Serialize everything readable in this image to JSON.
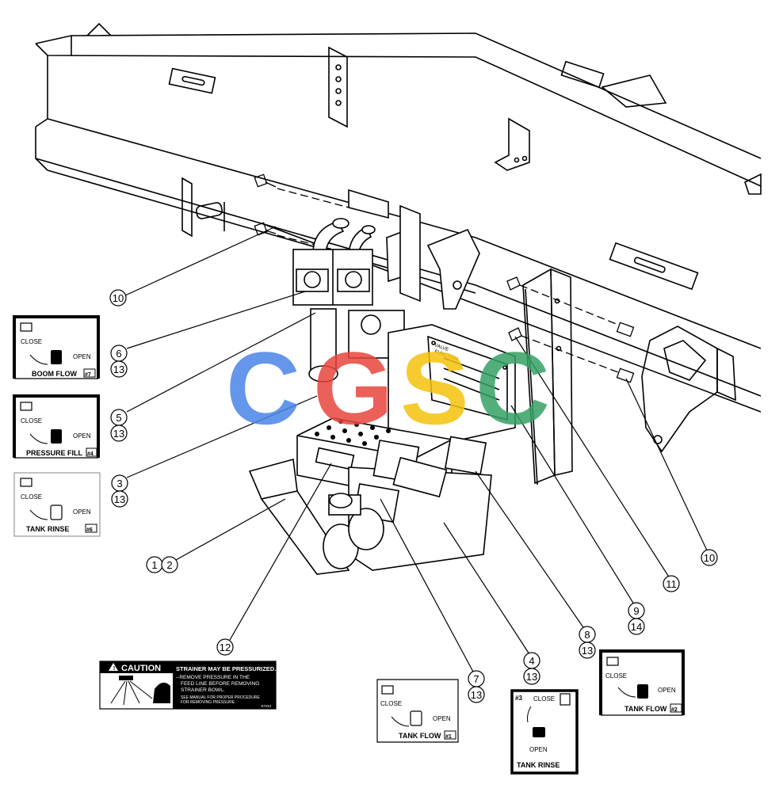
{
  "callouts": [
    {
      "id": "10a",
      "lines": [
        "10"
      ]
    },
    {
      "id": "6",
      "lines": [
        "6",
        "13"
      ]
    },
    {
      "id": "5",
      "lines": [
        "5",
        "13"
      ]
    },
    {
      "id": "3",
      "lines": [
        "3",
        "13"
      ]
    },
    {
      "id": "1-2",
      "lines": [
        "1",
        "2"
      ]
    },
    {
      "id": "12",
      "lines": [
        "12"
      ]
    },
    {
      "id": "7",
      "lines": [
        "7",
        "13"
      ]
    },
    {
      "id": "4",
      "lines": [
        "4",
        "13"
      ]
    },
    {
      "id": "8",
      "lines": [
        "8",
        "13"
      ]
    },
    {
      "id": "9",
      "lines": [
        "9",
        "14"
      ]
    },
    {
      "id": "11",
      "lines": [
        "11"
      ]
    },
    {
      "id": "10b",
      "lines": [
        "10"
      ]
    }
  ],
  "decals": {
    "boom_flow": {
      "close": "CLOSE",
      "open": "OPEN",
      "title": "BOOM FLOW",
      "num": "#7"
    },
    "pressure_fill": {
      "close": "CLOSE",
      "open": "OPEN",
      "title": "PRESSURE FILL",
      "num": "#4"
    },
    "tank_rinse_6": {
      "close": "CLOSE",
      "open": "OPEN",
      "title": "TANK RINSE",
      "num": "#6"
    },
    "tank_flow_1": {
      "close": "CLOSE",
      "open": "OPEN",
      "title": "TANK FLOW",
      "num": "#1"
    },
    "tank_rinse_3": {
      "num": "#3",
      "close": "CLOSE",
      "open": "OPEN",
      "title": "TANK RINSE"
    },
    "tank_flow_2": {
      "close": "CLOSE",
      "open": "OPEN",
      "title": "TANK FLOW",
      "num": "#2"
    }
  },
  "caution": {
    "header": "CAUTION",
    "line1": "STRAINER MAY BE PRESSURIZED.",
    "line2": "--REMOVE PRESSURE IN THE",
    "line3": "FEED LINE BEFORE REMOVING",
    "line4": "STRAINER BOWL.",
    "line5": "SEE MANUAL FOR PROPER PROCEDURE",
    "line6": "FOR REMOVING PRESSURE.",
    "code": "67243"
  },
  "valve_plate": {
    "line1": "VALVE",
    "line2": "FUNCTION"
  },
  "watermark": {
    "letters": [
      "C",
      "G",
      "S",
      "C"
    ],
    "colors": [
      "#4a86e8",
      "#e8453c",
      "#f4c20d",
      "#34a265"
    ]
  }
}
